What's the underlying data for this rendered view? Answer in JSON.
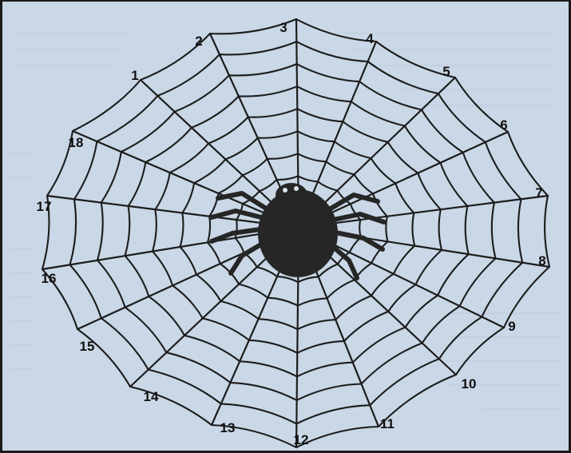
{
  "diagram": {
    "type": "spider-web",
    "spoke_count": 18,
    "ring_count": 9,
    "spoke_labels": [
      "1",
      "2",
      "3",
      "4",
      "5",
      "6",
      "7",
      "8",
      "9",
      "10",
      "11",
      "12",
      "13",
      "14",
      "15",
      "16",
      "17",
      "18"
    ],
    "colors": {
      "background": "#c9d7e6",
      "line": "#1c1c1c",
      "spider": "#262626",
      "border": "#1a1a1a"
    },
    "spider_icon": "spider-icon"
  }
}
